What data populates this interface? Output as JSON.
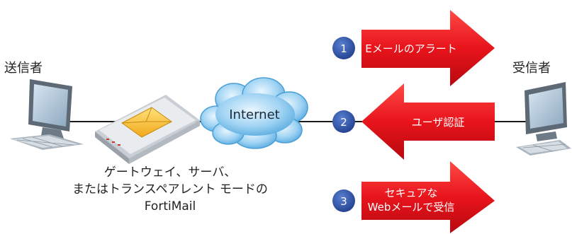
{
  "sender": {
    "label": "送信者"
  },
  "recipient": {
    "label": "受信者"
  },
  "internet": {
    "label": "Internet"
  },
  "fortimail": {
    "caption_line1": "ゲートウェイ、サーバ、",
    "caption_line2": "またはトランスペアレント モードの",
    "caption_line3": "FortiMail"
  },
  "steps": [
    {
      "number": "1",
      "label": "Eメールのアラート",
      "direction": "right"
    },
    {
      "number": "2",
      "label": "ユーザ認証",
      "direction": "left"
    },
    {
      "number": "3",
      "label_line1": "セキュアな",
      "label_line2": "Webメールで受信",
      "direction": "right"
    }
  ],
  "colors": {
    "arrow_red": "#e8141c",
    "badge_blue": "#2e4fa3",
    "line": "#1a1a1a",
    "cloud": "#7fc2ec"
  }
}
